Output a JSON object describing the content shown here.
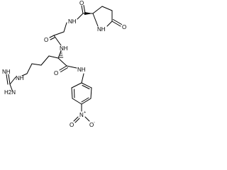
{
  "molecule": {
    "atoms": {
      "o_amide_top": "O",
      "nh_top": "NH",
      "nh_ring": "NH",
      "o_ring": "O",
      "o_gly": "O",
      "nh_mid": "NH",
      "nh_guan_eq": "NH",
      "h2n": "H2N",
      "nh_guan": "NH",
      "o_arg": "O",
      "nh_anilide": "NH",
      "n_nitro": "N",
      "n_nitro_charge": "+",
      "o_nitro_left": "O",
      "o_nitro_right": "O",
      "o_nitro_charge": "-"
    }
  }
}
